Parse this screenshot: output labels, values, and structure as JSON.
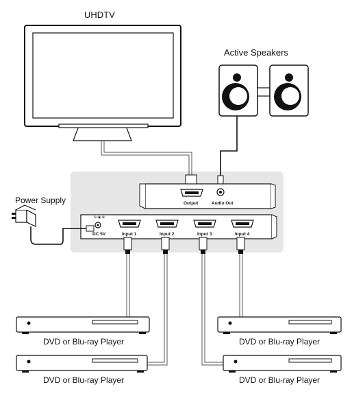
{
  "labels": {
    "tv": "UHDTV",
    "speakers": "Active Speakers",
    "power_supply": "Power Supply",
    "output_port": "Output",
    "audio_out_port": "Audio Out",
    "dc_port": "DC 5V",
    "input1": "Input 1",
    "input2": "Input 2",
    "input3": "Input 3",
    "input4": "Input 4",
    "player_top_left": "DVD or Blu-ray Player",
    "player_bottom_left": "DVD or Blu-ray Player",
    "player_top_right": "DVD or Blu-ray Player",
    "player_bottom_right": "DVD or Blu-ray Player"
  }
}
